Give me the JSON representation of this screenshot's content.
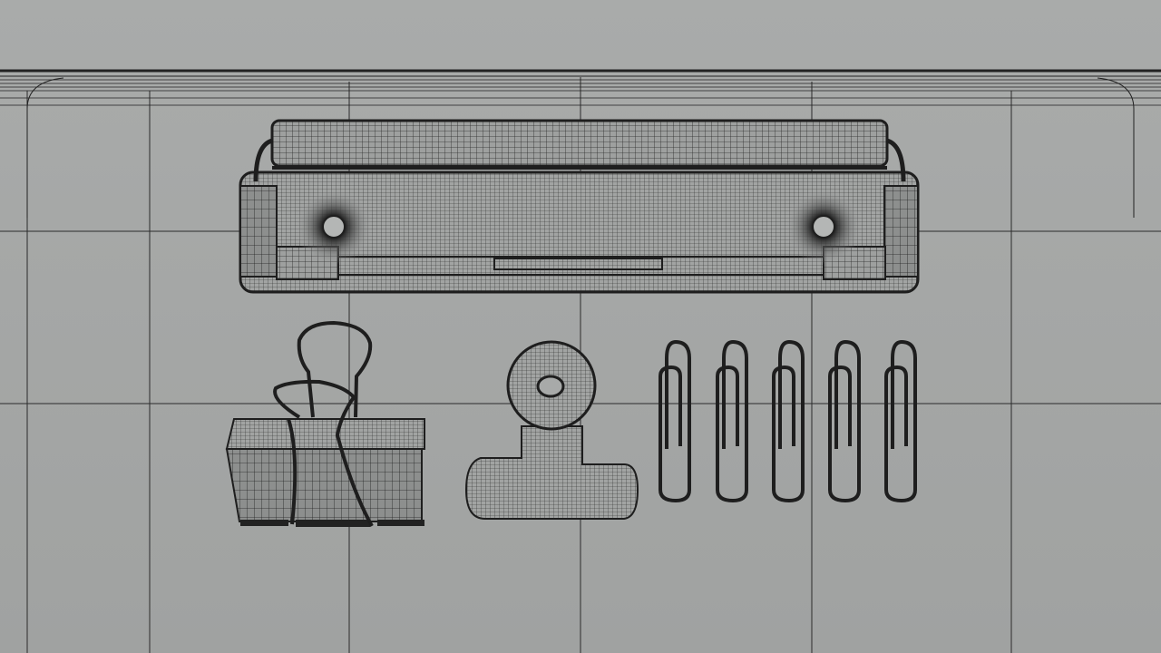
{
  "scene": {
    "background_color": "#a6a8a7",
    "wire_color": "#1e1e1e",
    "objects": [
      "clipboard-clip",
      "binder-clip",
      "bulldog-clip",
      "paperclip",
      "paperclip",
      "paperclip",
      "paperclip",
      "paperclip"
    ]
  }
}
